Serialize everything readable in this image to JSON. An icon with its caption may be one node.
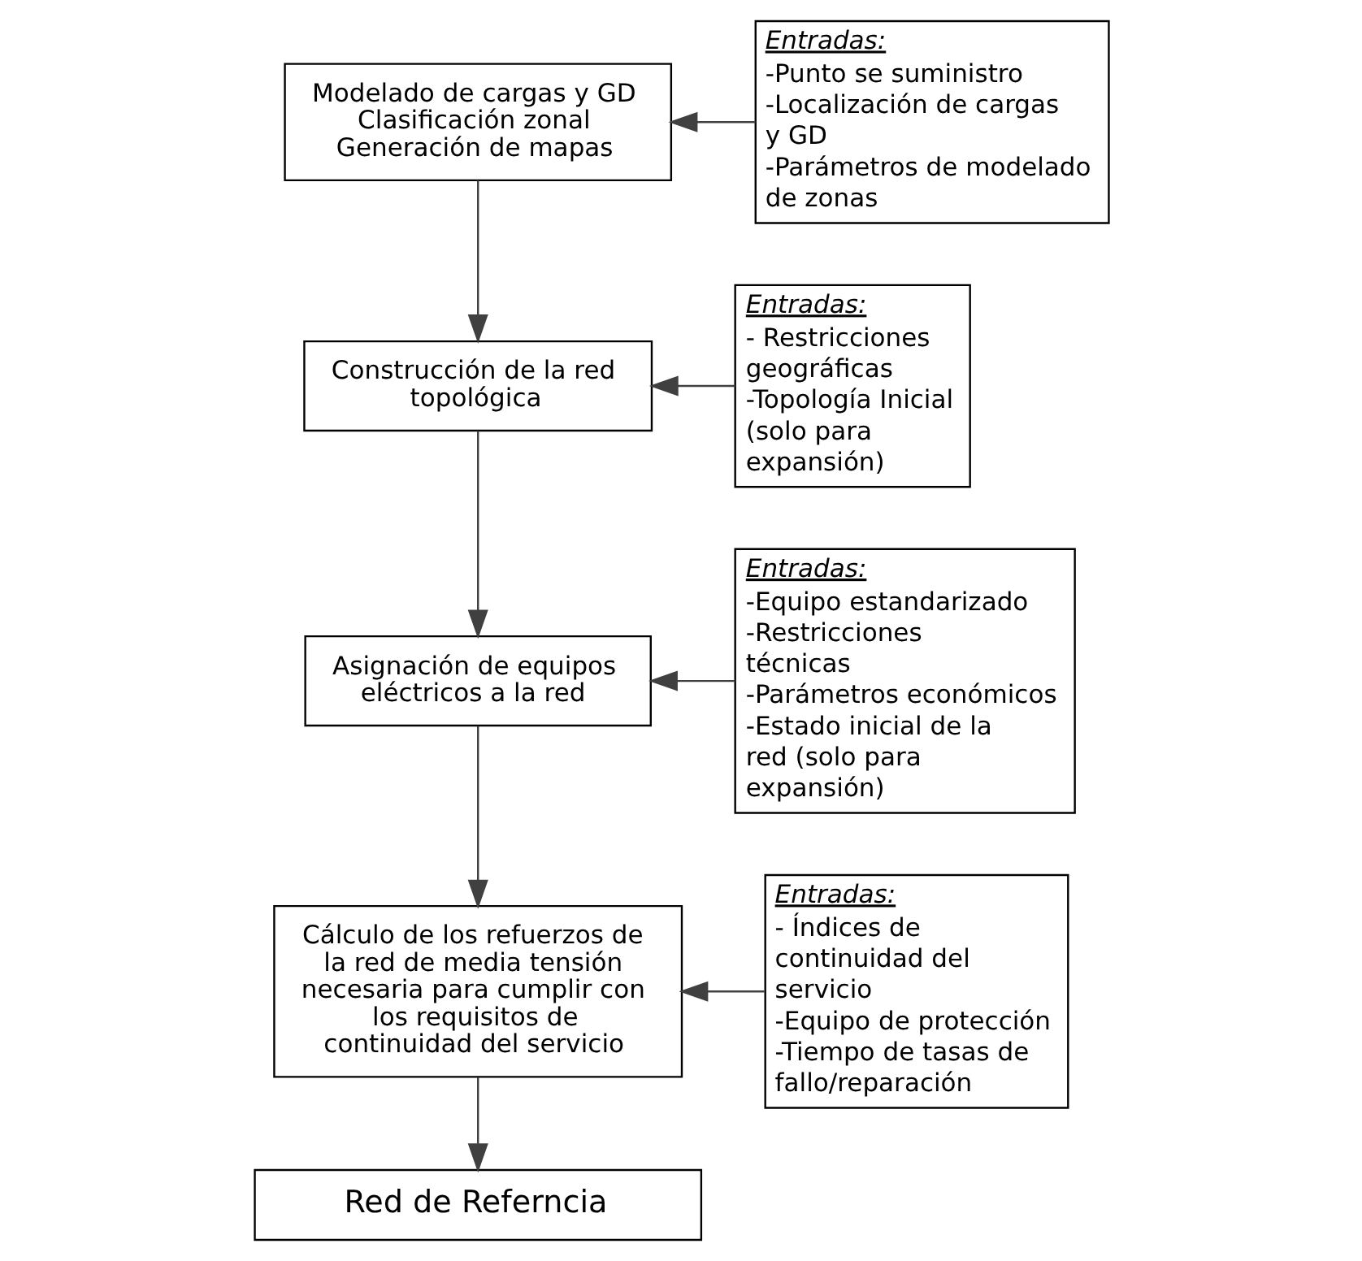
{
  "diagram": {
    "nodes": [
      {
        "text": [
          "Modelado de cargas y GD Clasificación zonal Generación de mapas"
        ]
      },
      {
        "text": [
          "Entradas:",
          "-Punto se suministro",
          "-Localización de cargas y GD",
          "-Parámetros de modelado de zonas"
        ]
      },
      {
        "text": [
          "Entradas:",
          "- Restricciones geográficas",
          "-Topología Inicial (solo para expansión)"
        ]
      },
      {
        "text": [
          "Construcción de la red topológica"
        ]
      },
      {
        "text": [
          "Entradas:",
          "-Equipo estandarizado",
          "-Restricciones técnicas",
          "-Parámetros económicos",
          "-Estado inicial de la red (solo para expansión)"
        ]
      },
      {
        "text": [
          "Asignación de equipos eléctricos a la red"
        ]
      },
      {
        "text": [
          "Entradas:",
          "- Índices de continuidad del servicio",
          "-Equipo de protección",
          "-Tiempo de tasas de fallo/reparación"
        ]
      },
      {
        "text": [
          "Cálculo de los refuerzos de la red de media tensión necesaria para cumplir con los requisitos de continuidad del servicio"
        ]
      },
      {
        "text": [
          "Red de Referncia"
        ]
      }
    ],
    "edges": [
      {
        "from": 1,
        "to": 0,
        "arrow": "to"
      },
      {
        "from": 0,
        "to": 3,
        "arrow": "to"
      },
      {
        "from": 2,
        "to": 3,
        "arrow": "to"
      },
      {
        "from": 3,
        "to": 5,
        "arrow": "to"
      },
      {
        "from": 4,
        "to": 5,
        "arrow": "to"
      },
      {
        "from": 5,
        "to": 7,
        "arrow": "to"
      },
      {
        "from": 6,
        "to": 7,
        "arrow": "to"
      },
      {
        "from": 7,
        "to": 8,
        "arrow": "to"
      }
    ]
  }
}
